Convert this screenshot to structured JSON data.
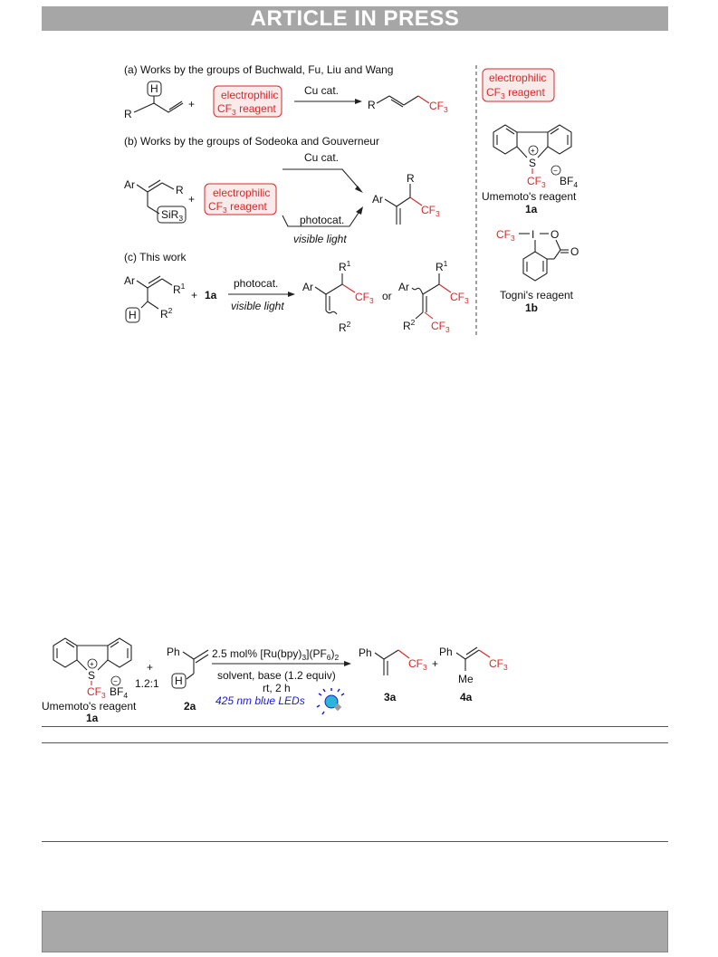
{
  "banner": {
    "text": "ARTICLE IN PRESS"
  },
  "scheme1": {
    "a_header": "(a) Works by the groups of Buchwald, Fu, Liu and Wang",
    "b_header": "(b) Works by the groups of Sodeoka and Gouverneur",
    "c_header": "(c) This work",
    "reagent_line1": "electrophilic",
    "reagent_line2": "CF",
    "reagent_line2b": "reagent",
    "cu_cat": "Cu cat.",
    "photocat": "photocat.",
    "visible_light": "visible light",
    "plus": "+",
    "or": "or",
    "R": "R",
    "Ar": "Ar",
    "H": "H",
    "SiR": "SiR",
    "sub3": "3",
    "sup1": "1",
    "sup2": "2",
    "CF": "CF",
    "reagent_1a": "1a",
    "umemoto_name": "Umemoto's reagent",
    "umemoto_label": "1a",
    "togni_name": "Togni's reagent",
    "togni_label": "1b",
    "S": "S",
    "BF": "BF",
    "sub4": "4",
    "I": "I",
    "O": "O",
    "O2": "O",
    "plus_circle": "+",
    "minus_circle": "−",
    "cf3_dash": "CF",
    "reagent_sep_label": "electrophilic"
  },
  "scheme2": {
    "umemoto_name": "Umemoto's reagent",
    "label_1a": "1a",
    "label_2a": "2a",
    "label_3a": "3a",
    "label_4a": "4a",
    "ratio": "1.2:1",
    "plus": "+",
    "Ph": "Ph",
    "H": "H",
    "Me": "Me",
    "cond1": "2.5 mol% [Ru(bpy)",
    "cond1b": "](PF",
    "cond1c": ")",
    "sub3": "3",
    "sub6": "6",
    "sub2": "2",
    "cond2": "solvent, base (1.2 equiv)",
    "cond3": "rt, 2 h",
    "cond4": "425 nm blue LEDs",
    "S": "S",
    "CF": "CF",
    "BF": "BF",
    "sub4": "4"
  }
}
